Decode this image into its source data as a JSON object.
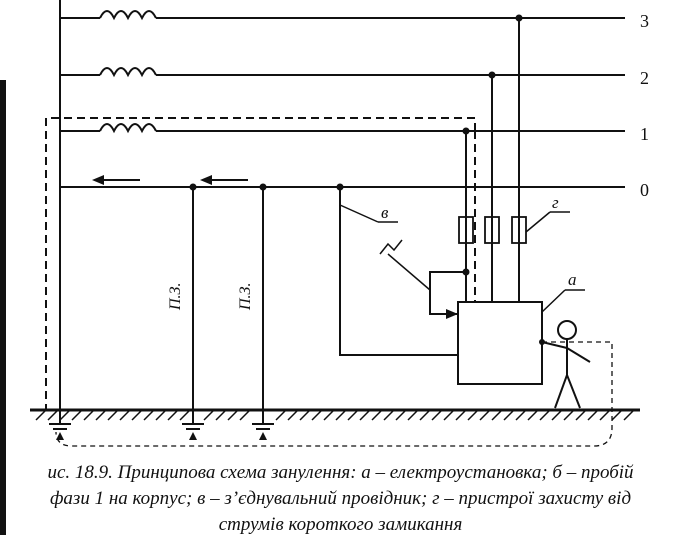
{
  "diagram": {
    "line_labels": [
      "3",
      "2",
      "1",
      "0"
    ],
    "pz_label": "П.З.",
    "marker_v": "в",
    "marker_g": "г",
    "marker_a": "а"
  },
  "caption": {
    "line1": "ис. 18.9. Принципова схема занулення: а – електроустановка; б – пробій",
    "line2": "фази 1 на корпус; в – з’єднувальний провідник; г – пристрої захисту від",
    "line3": "струмів короткого замикання"
  }
}
